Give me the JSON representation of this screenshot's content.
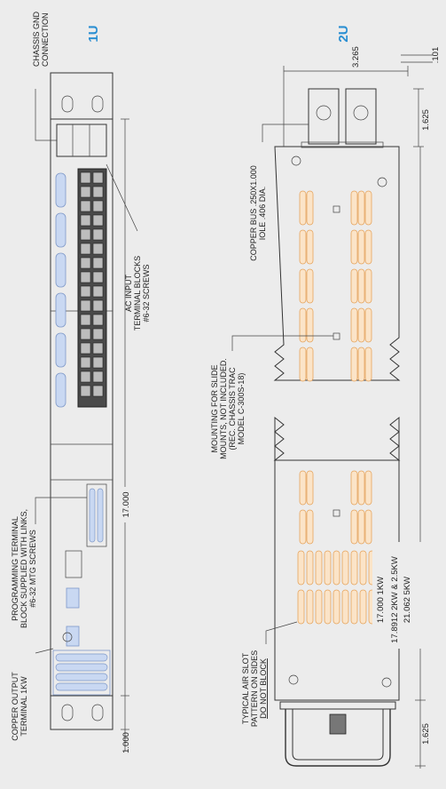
{
  "views": {
    "u1": {
      "label": "1U",
      "callouts": {
        "chassis_gnd": [
          "CHASSIS GND",
          "CONNECTION"
        ],
        "ac_input": [
          "AC INPUT",
          "TERMINAL BLOCKS",
          "#6-32 SCREWS"
        ],
        "programming": [
          "PROGRAMMING TERMINAL",
          "BLOCK SUPPLIED WITH LINKS,",
          "#6-32 MTG SCREWS"
        ],
        "copper_output": [
          "COPPER OUTPUT",
          "TERMINAL 1KW"
        ]
      },
      "dims": {
        "length": "17.000",
        "ear": "1.000"
      }
    },
    "u2": {
      "label": "2U",
      "callouts": {
        "copper_bus": [
          "COPPER BUS .250X1.000",
          "IOLE .406 DIA."
        ],
        "mounting": [
          "MOUNTING FOR SLIDE",
          "MOUNTS, NOT INCLUDED.",
          "(REC. CHASSIS TRAC",
          "MODEL C-300S-18)"
        ],
        "air_slot": [
          "TYPICAL AIR SLOT",
          "PATTERN ON SIDES",
          "DO NOT BLOCK"
        ]
      },
      "dims": {
        "bus_spacing": "3.265",
        "bus_height": ".101",
        "top_offset": "1.625",
        "bottom_offset": "1.625",
        "lengths": [
          "17.000 1KW",
          "17.8912 2KW & 2.5KW",
          "21.062 5KW"
        ]
      }
    }
  }
}
